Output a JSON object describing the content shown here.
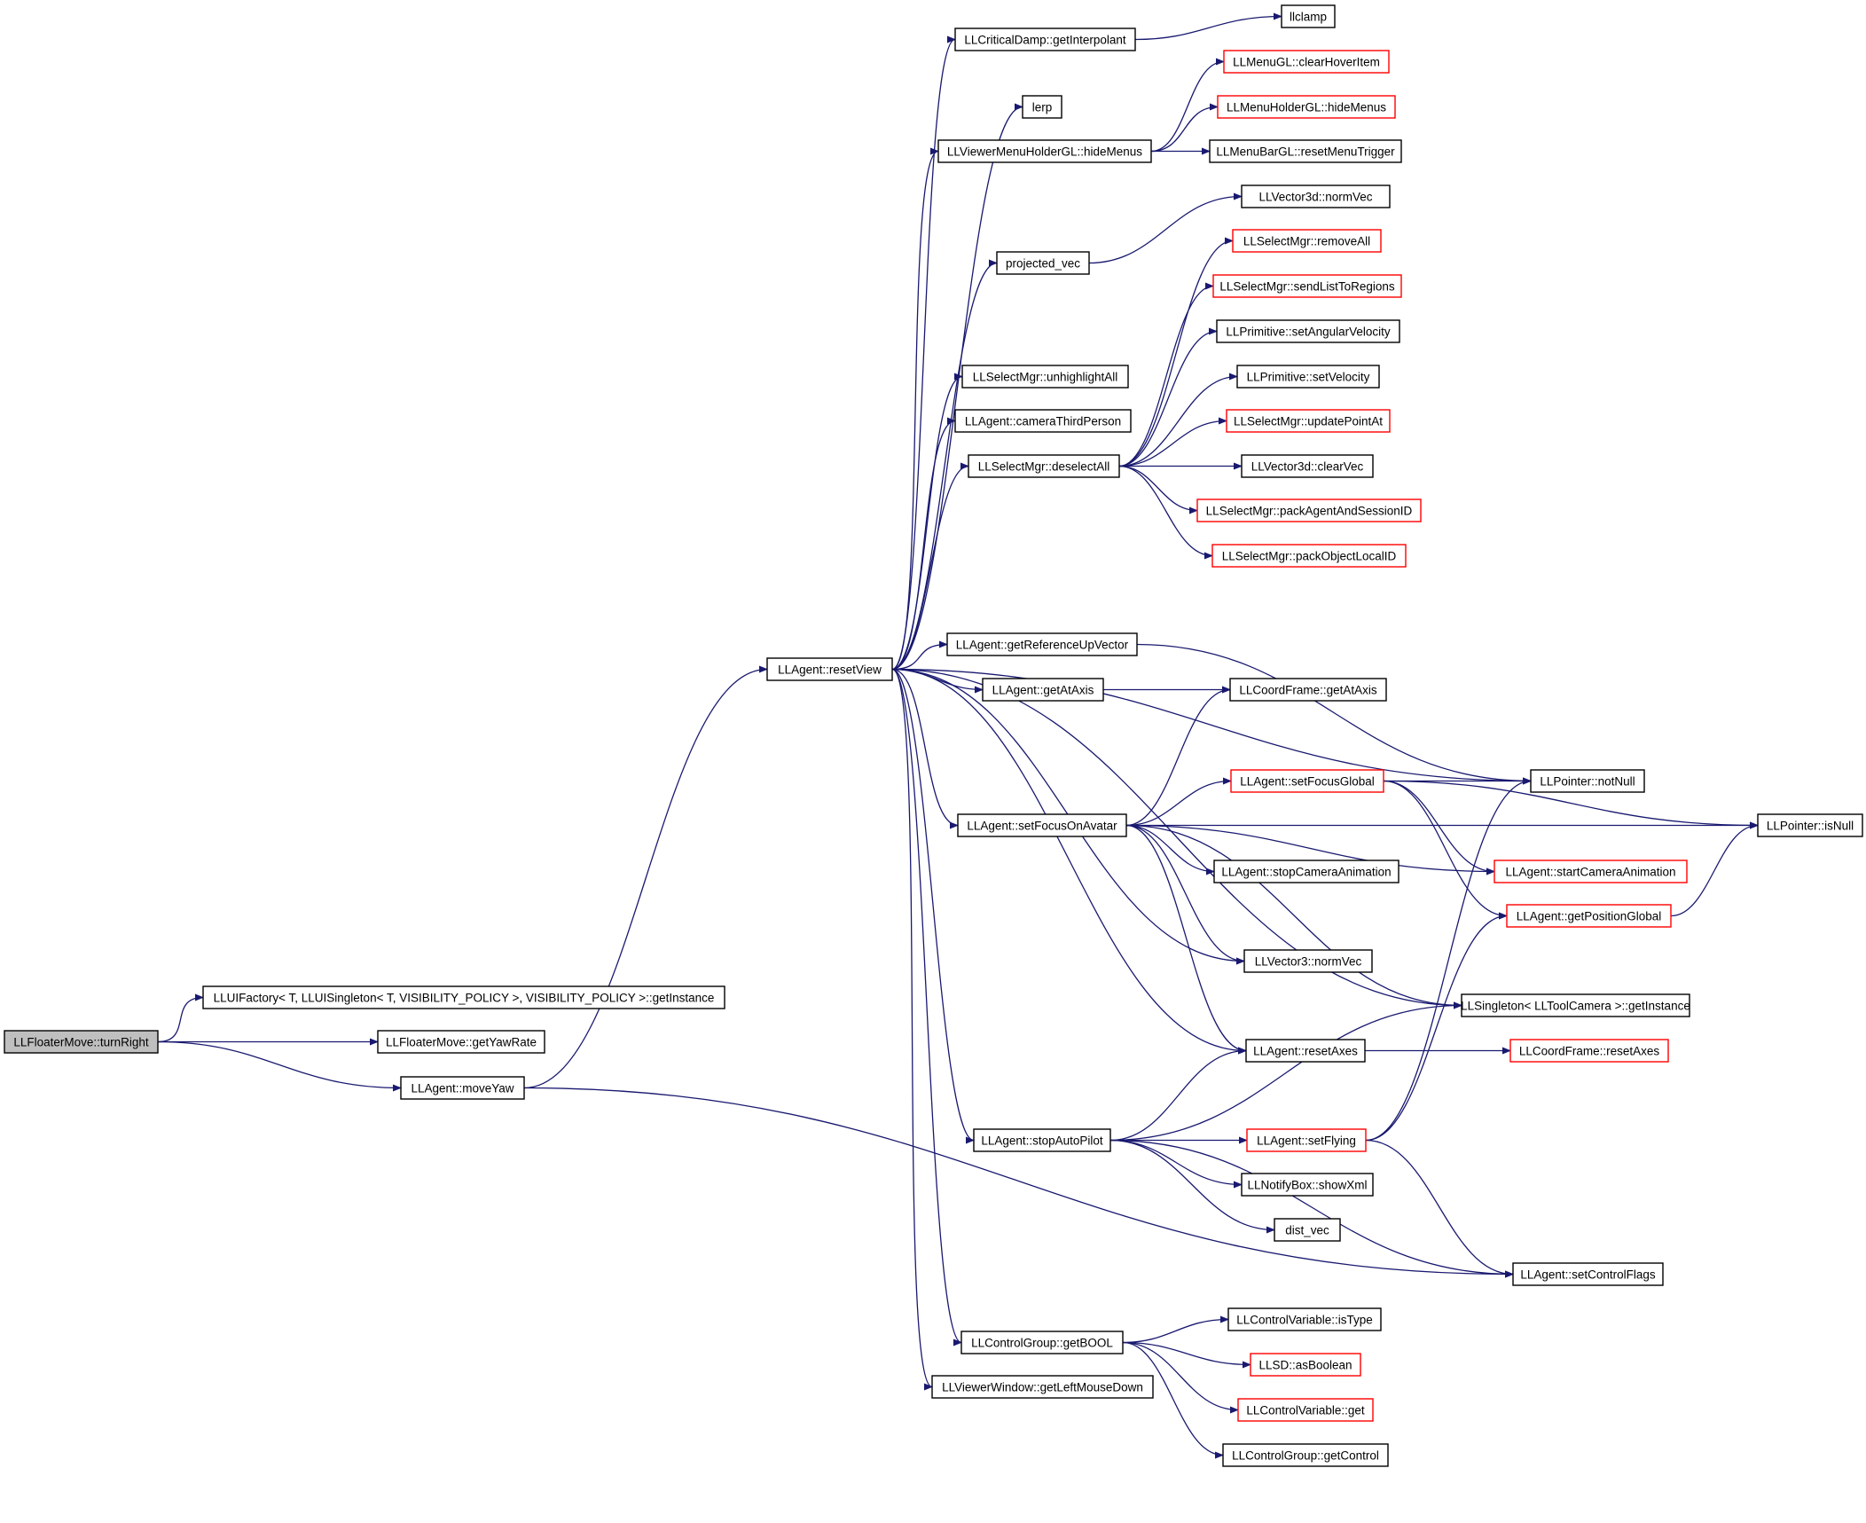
{
  "colors": {
    "edge": "#191970",
    "node_border": "#000000",
    "node_border_incomplete": "#ff0000",
    "root_fill": "#bfbfbf",
    "node_fill": "#ffffff",
    "text": "#000000"
  },
  "nodes": [
    {
      "id": "turnRight",
      "label": "LLFloaterMove::turnRight",
      "kind": "root"
    },
    {
      "id": "uifactory",
      "label": "LLUIFactory< T, LLUISingleton< T, VISIBILITY_POLICY >, VISIBILITY_POLICY >::getInstance",
      "kind": "normal"
    },
    {
      "id": "getYawRate",
      "label": "LLFloaterMove::getYawRate",
      "kind": "normal"
    },
    {
      "id": "moveYaw",
      "label": "LLAgent::moveYaw",
      "kind": "normal"
    },
    {
      "id": "resetView",
      "label": "LLAgent::resetView",
      "kind": "normal"
    },
    {
      "id": "getInterpolant",
      "label": "LLCriticalDamp::getInterpolant",
      "kind": "normal"
    },
    {
      "id": "llclamp",
      "label": "llclamp",
      "kind": "normal"
    },
    {
      "id": "lerp",
      "label": "lerp",
      "kind": "normal"
    },
    {
      "id": "vmhHideMenus",
      "label": "LLViewerMenuHolderGL::hideMenus",
      "kind": "normal"
    },
    {
      "id": "clearHoverItem",
      "label": "LLMenuGL::clearHoverItem",
      "kind": "incomplete"
    },
    {
      "id": "mhHideMenus",
      "label": "LLMenuHolderGL::hideMenus",
      "kind": "incomplete"
    },
    {
      "id": "resetMenuTrigger",
      "label": "LLMenuBarGL::resetMenuTrigger",
      "kind": "normal"
    },
    {
      "id": "projected_vec",
      "label": "projected_vec",
      "kind": "normal"
    },
    {
      "id": "v3dNormVec",
      "label": "LLVector3d::normVec",
      "kind": "normal"
    },
    {
      "id": "removeAll",
      "label": "LLSelectMgr::removeAll",
      "kind": "incomplete"
    },
    {
      "id": "sendListToRegions",
      "label": "LLSelectMgr::sendListToRegions",
      "kind": "incomplete"
    },
    {
      "id": "setAngularVelocity",
      "label": "LLPrimitive::setAngularVelocity",
      "kind": "normal"
    },
    {
      "id": "unhighlightAll",
      "label": "LLSelectMgr::unhighlightAll",
      "kind": "normal"
    },
    {
      "id": "setVelocity",
      "label": "LLPrimitive::setVelocity",
      "kind": "normal"
    },
    {
      "id": "cameraThirdPerson",
      "label": "LLAgent::cameraThirdPerson",
      "kind": "normal"
    },
    {
      "id": "updatePointAt",
      "label": "LLSelectMgr::updatePointAt",
      "kind": "incomplete"
    },
    {
      "id": "deselectAll",
      "label": "LLSelectMgr::deselectAll",
      "kind": "normal"
    },
    {
      "id": "v3dClearVec",
      "label": "LLVector3d::clearVec",
      "kind": "normal"
    },
    {
      "id": "packAgentAndSessionID",
      "label": "LLSelectMgr::packAgentAndSessionID",
      "kind": "incomplete"
    },
    {
      "id": "packObjectLocalID",
      "label": "LLSelectMgr::packObjectLocalID",
      "kind": "incomplete"
    },
    {
      "id": "getReferenceUpVector",
      "label": "LLAgent::getReferenceUpVector",
      "kind": "normal"
    },
    {
      "id": "getAtAxis",
      "label": "LLAgent::getAtAxis",
      "kind": "normal"
    },
    {
      "id": "cfGetAtAxis",
      "label": "LLCoordFrame::getAtAxis",
      "kind": "normal"
    },
    {
      "id": "setFocusGlobal",
      "label": "LLAgent::setFocusGlobal",
      "kind": "incomplete"
    },
    {
      "id": "notNull",
      "label": "LLPointer::notNull",
      "kind": "normal"
    },
    {
      "id": "setFocusOnAvatar",
      "label": "LLAgent::setFocusOnAvatar",
      "kind": "normal"
    },
    {
      "id": "isNull",
      "label": "LLPointer::isNull",
      "kind": "normal"
    },
    {
      "id": "stopCameraAnimation",
      "label": "LLAgent::stopCameraAnimation",
      "kind": "normal"
    },
    {
      "id": "startCameraAnimation",
      "label": "LLAgent::startCameraAnimation",
      "kind": "incomplete"
    },
    {
      "id": "getPositionGlobal",
      "label": "LLAgent::getPositionGlobal",
      "kind": "incomplete"
    },
    {
      "id": "v3NormVec",
      "label": "LLVector3::normVec",
      "kind": "normal"
    },
    {
      "id": "toolCamGetInstance",
      "label": "LLSingleton< LLToolCamera >::getInstance",
      "kind": "normal"
    },
    {
      "id": "resetAxes",
      "label": "LLAgent::resetAxes",
      "kind": "normal"
    },
    {
      "id": "cfResetAxes",
      "label": "LLCoordFrame::resetAxes",
      "kind": "incomplete"
    },
    {
      "id": "stopAutoPilot",
      "label": "LLAgent::stopAutoPilot",
      "kind": "normal"
    },
    {
      "id": "setFlying",
      "label": "LLAgent::setFlying",
      "kind": "incomplete"
    },
    {
      "id": "showXml",
      "label": "LLNotifyBox::showXml",
      "kind": "normal"
    },
    {
      "id": "dist_vec",
      "label": "dist_vec",
      "kind": "normal"
    },
    {
      "id": "setControlFlags",
      "label": "LLAgent::setControlFlags",
      "kind": "normal"
    },
    {
      "id": "isType",
      "label": "LLControlVariable::isType",
      "kind": "normal"
    },
    {
      "id": "getBOOL",
      "label": "LLControlGroup::getBOOL",
      "kind": "normal"
    },
    {
      "id": "asBoolean",
      "label": "LLSD::asBoolean",
      "kind": "incomplete"
    },
    {
      "id": "getLeftMouseDown",
      "label": "LLViewerWindow::getLeftMouseDown",
      "kind": "normal"
    },
    {
      "id": "cvGet",
      "label": "LLControlVariable::get",
      "kind": "incomplete"
    },
    {
      "id": "getControl",
      "label": "LLControlGroup::getControl",
      "kind": "normal"
    }
  ],
  "edges": [
    [
      "turnRight",
      "uifactory"
    ],
    [
      "turnRight",
      "getYawRate"
    ],
    [
      "turnRight",
      "moveYaw"
    ],
    [
      "moveYaw",
      "resetView"
    ],
    [
      "moveYaw",
      "setControlFlags"
    ],
    [
      "resetView",
      "getInterpolant"
    ],
    [
      "getInterpolant",
      "llclamp"
    ],
    [
      "resetView",
      "lerp"
    ],
    [
      "resetView",
      "vmhHideMenus"
    ],
    [
      "vmhHideMenus",
      "clearHoverItem"
    ],
    [
      "vmhHideMenus",
      "mhHideMenus"
    ],
    [
      "vmhHideMenus",
      "resetMenuTrigger"
    ],
    [
      "resetView",
      "projected_vec"
    ],
    [
      "projected_vec",
      "v3dNormVec"
    ],
    [
      "resetView",
      "unhighlightAll"
    ],
    [
      "resetView",
      "cameraThirdPerson"
    ],
    [
      "resetView",
      "deselectAll"
    ],
    [
      "deselectAll",
      "removeAll"
    ],
    [
      "deselectAll",
      "sendListToRegions"
    ],
    [
      "deselectAll",
      "setAngularVelocity"
    ],
    [
      "deselectAll",
      "setVelocity"
    ],
    [
      "deselectAll",
      "updatePointAt"
    ],
    [
      "deselectAll",
      "v3dClearVec"
    ],
    [
      "deselectAll",
      "packAgentAndSessionID"
    ],
    [
      "deselectAll",
      "packObjectLocalID"
    ],
    [
      "resetView",
      "notNull"
    ],
    [
      "resetView",
      "getReferenceUpVector"
    ],
    [
      "getReferenceUpVector",
      "notNull"
    ],
    [
      "resetView",
      "getAtAxis"
    ],
    [
      "getAtAxis",
      "cfGetAtAxis"
    ],
    [
      "resetView",
      "setFocusOnAvatar"
    ],
    [
      "setFocusOnAvatar",
      "cfGetAtAxis"
    ],
    [
      "setFocusOnAvatar",
      "isNull"
    ],
    [
      "setFocusOnAvatar",
      "setFocusGlobal"
    ],
    [
      "setFocusOnAvatar",
      "startCameraAnimation"
    ],
    [
      "setFocusOnAvatar",
      "stopCameraAnimation"
    ],
    [
      "setFocusOnAvatar",
      "v3NormVec"
    ],
    [
      "setFocusOnAvatar",
      "toolCamGetInstance"
    ],
    [
      "setFocusOnAvatar",
      "resetAxes"
    ],
    [
      "setFocusGlobal",
      "notNull"
    ],
    [
      "setFocusGlobal",
      "isNull"
    ],
    [
      "setFocusGlobal",
      "startCameraAnimation"
    ],
    [
      "setFocusGlobal",
      "getPositionGlobal"
    ],
    [
      "getPositionGlobal",
      "isNull"
    ],
    [
      "resetView",
      "v3NormVec"
    ],
    [
      "resetView",
      "toolCamGetInstance"
    ],
    [
      "resetView",
      "resetAxes"
    ],
    [
      "resetAxes",
      "cfResetAxes"
    ],
    [
      "resetView",
      "stopAutoPilot"
    ],
    [
      "stopAutoPilot",
      "resetAxes"
    ],
    [
      "stopAutoPilot",
      "toolCamGetInstance"
    ],
    [
      "stopAutoPilot",
      "setFlying"
    ],
    [
      "stopAutoPilot",
      "showXml"
    ],
    [
      "stopAutoPilot",
      "dist_vec"
    ],
    [
      "stopAutoPilot",
      "setControlFlags"
    ],
    [
      "setFlying",
      "notNull"
    ],
    [
      "setFlying",
      "getPositionGlobal"
    ],
    [
      "setFlying",
      "setControlFlags"
    ],
    [
      "resetView",
      "getBOOL"
    ],
    [
      "getBOOL",
      "isType"
    ],
    [
      "getBOOL",
      "asBoolean"
    ],
    [
      "getBOOL",
      "cvGet"
    ],
    [
      "getBOOL",
      "getControl"
    ],
    [
      "resetView",
      "getLeftMouseDown"
    ]
  ]
}
